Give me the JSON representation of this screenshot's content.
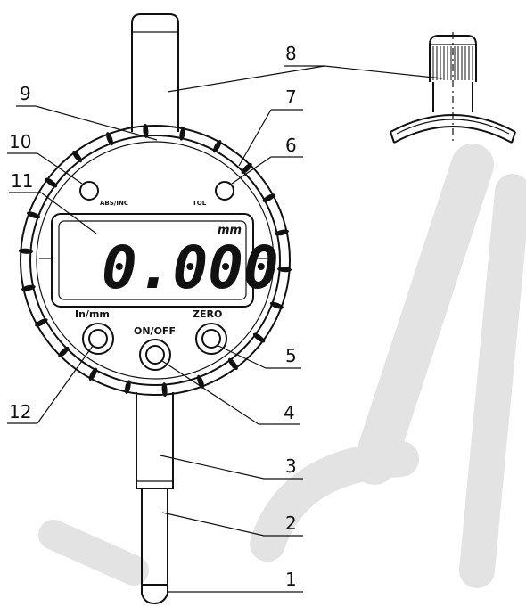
{
  "display": {
    "reading": "0.000",
    "unit": "mm"
  },
  "buttons": {
    "abs_inc": "ABS/INC",
    "tol": "TOL",
    "in_mm": "In/mm",
    "on_off": "ON/OFF",
    "zero": "ZERO"
  },
  "callouts": [
    "1",
    "2",
    "3",
    "4",
    "5",
    "6",
    "7",
    "8",
    "9",
    "10",
    "11",
    "12"
  ],
  "colors": {
    "line": "#111111",
    "watermark": "#e3e3e3",
    "background": "#ffffff"
  }
}
